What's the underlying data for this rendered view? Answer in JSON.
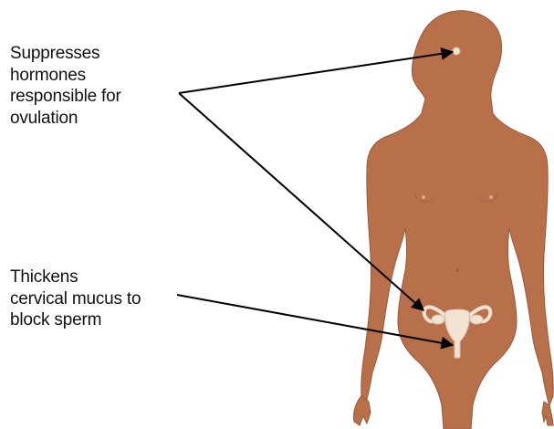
{
  "labels": {
    "top": {
      "lines": [
        "Suppresses",
        "hormones",
        "responsible for",
        "ovulation"
      ]
    },
    "bottom": {
      "lines": [
        "Thickens",
        "cervical mucus to",
        "block sperm"
      ]
    }
  },
  "colors": {
    "body": "#b8704a",
    "body_outline": "#9a5a38",
    "organ": "#f2e2d3",
    "organ_outline": "#d9bfa6",
    "arrow": "#000000",
    "text": "#111111"
  },
  "icons": {
    "body": "female-body-silhouette",
    "organ": "uterus-icon",
    "gland": "pituitary-gland-icon"
  }
}
